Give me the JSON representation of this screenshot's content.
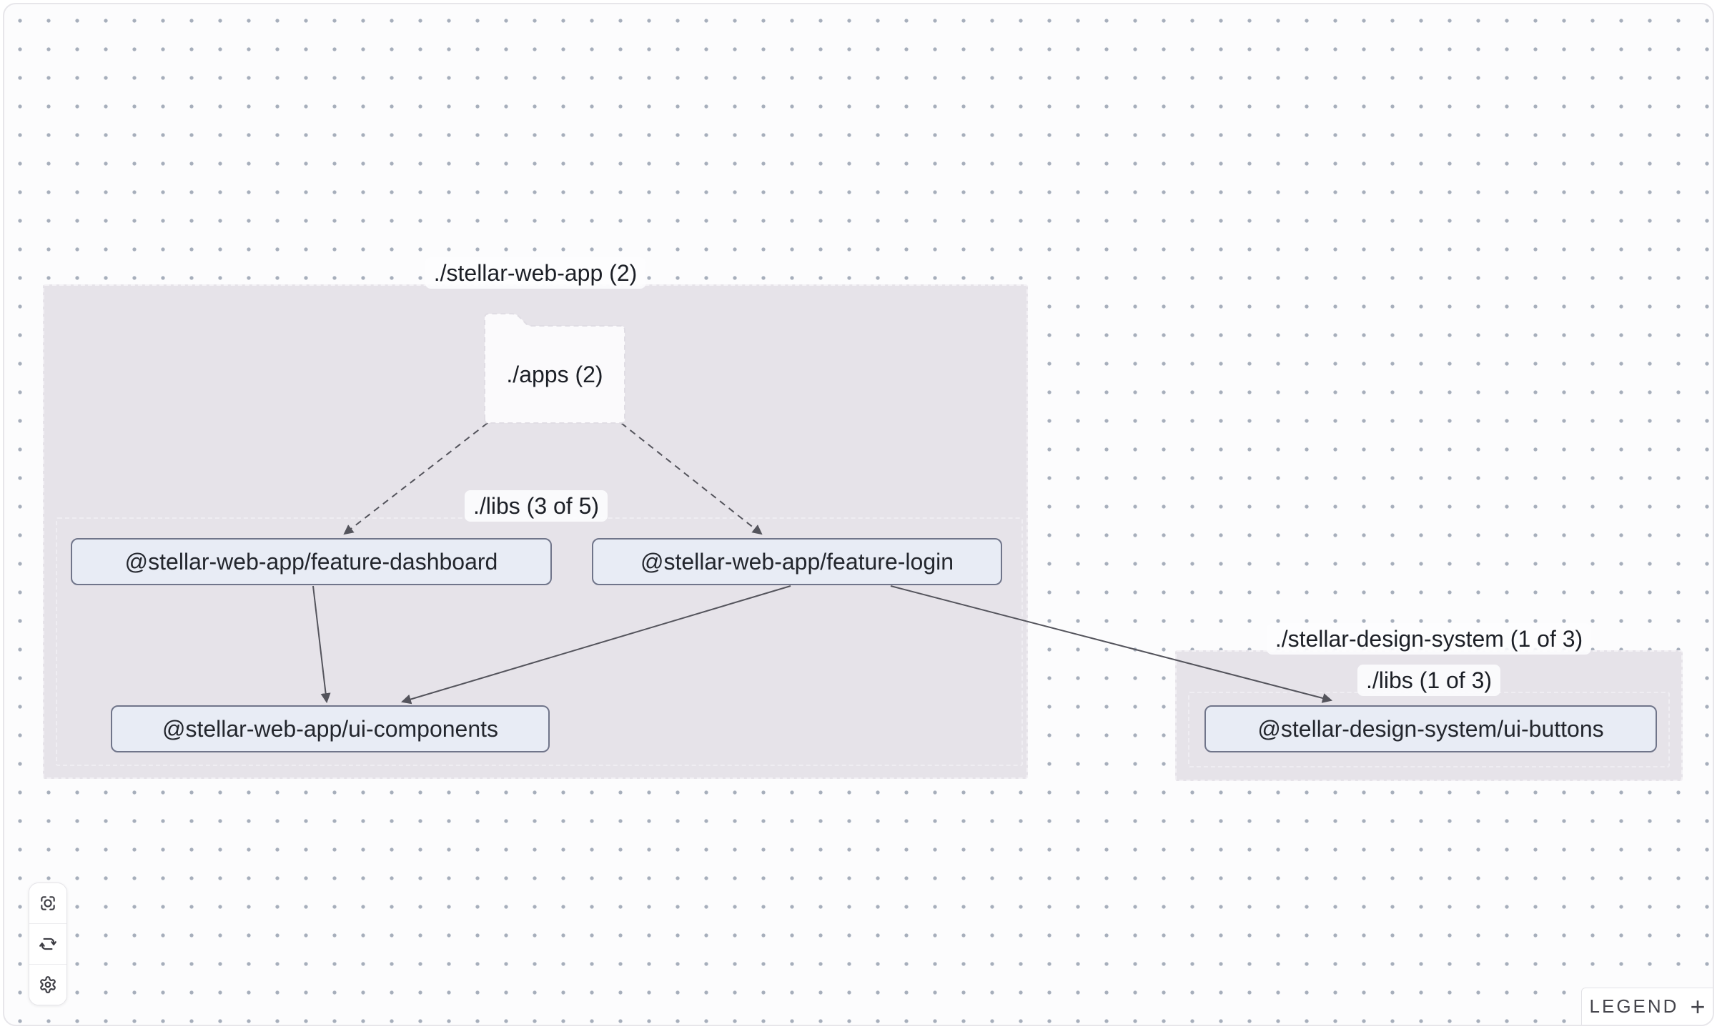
{
  "groups": {
    "web_app": {
      "label": "./stellar-web-app (2)"
    },
    "web_libs": {
      "label": "./libs (3 of 5)"
    },
    "design_system": {
      "label": "./stellar-design-system (1 of 3)"
    },
    "design_libs": {
      "label": "./libs (1 of 3)"
    }
  },
  "folder": {
    "label": "./apps (2)"
  },
  "nodes": {
    "feature_dashboard": {
      "label": "@stellar-web-app/feature-dashboard"
    },
    "feature_login": {
      "label": "@stellar-web-app/feature-login"
    },
    "ui_components": {
      "label": "@stellar-web-app/ui-components"
    },
    "ui_buttons": {
      "label": "@stellar-design-system/ui-buttons"
    }
  },
  "edges": [
    {
      "source": "./apps",
      "target": "@stellar-web-app/feature-dashboard",
      "style": "dashed"
    },
    {
      "source": "./apps",
      "target": "@stellar-web-app/feature-login",
      "style": "dashed"
    },
    {
      "source": "@stellar-web-app/feature-dashboard",
      "target": "@stellar-web-app/ui-components",
      "style": "solid"
    },
    {
      "source": "@stellar-web-app/feature-login",
      "target": "@stellar-web-app/ui-components",
      "style": "solid"
    },
    {
      "source": "@stellar-web-app/feature-login",
      "target": "@stellar-design-system/ui-buttons",
      "style": "solid"
    }
  ],
  "toolbar": {
    "buttons": [
      {
        "name": "focus",
        "icon": "focus-icon"
      },
      {
        "name": "refresh",
        "icon": "refresh-icon"
      },
      {
        "name": "settings",
        "icon": "settings-icon"
      }
    ]
  },
  "legend": {
    "label": "LEGEND",
    "toggle": "+"
  },
  "colors": {
    "canvas_bg": "#fcfcfd",
    "dot": "#a6aebb",
    "group_fill": "#e6e3e9",
    "node_fill": "#e8ecf5",
    "node_border": "#70758a",
    "edge": "#54545c",
    "text": "#23262d"
  }
}
